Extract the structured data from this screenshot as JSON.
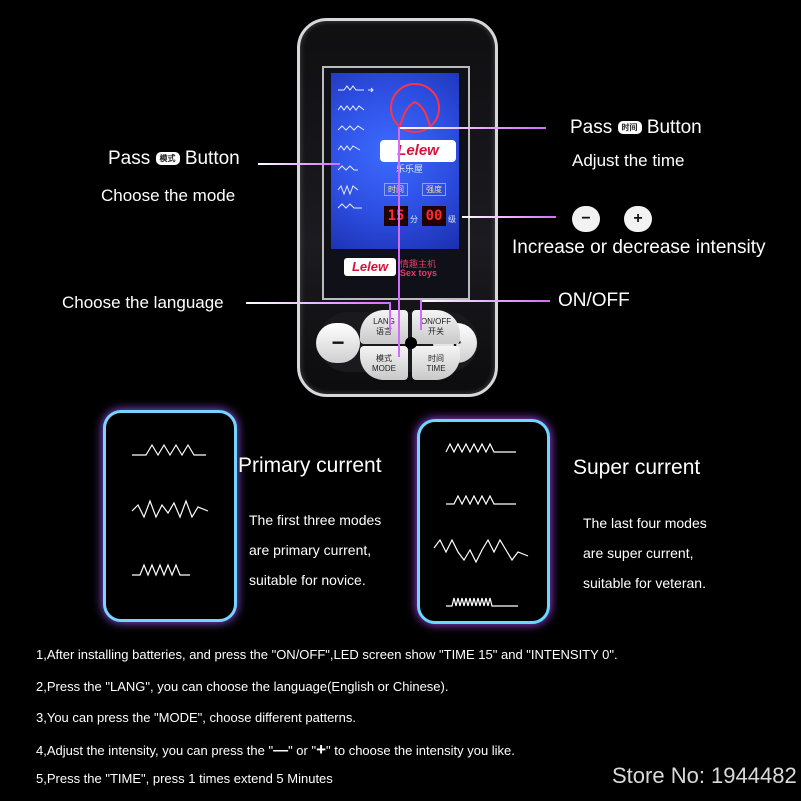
{
  "device": {
    "brand": "Lelew",
    "brand_cn": "乐乐屋",
    "model_cn": "情趣主机",
    "sub_label": "Sex toys",
    "lcd": {
      "time_label": "时间",
      "intensity_label": "强度",
      "time_value": "15",
      "time_unit": "分",
      "intensity_value": "00",
      "intensity_unit": "级"
    },
    "buttons": {
      "minus": "−",
      "plus": "+",
      "lang_en": "LANG",
      "lang_cn": "语言",
      "onoff_en": "ON/OFF",
      "onoff_cn": "开关",
      "mode_cn": "模式",
      "mode_en": "MODE",
      "time_cn": "时间",
      "time_en": "TIME"
    }
  },
  "callouts": {
    "pass_mode_pre": "Pass",
    "pass_mode_tag": "模式",
    "pass_mode_post": "Button",
    "choose_mode": "Choose the mode",
    "pass_time_pre": "Pass",
    "pass_time_tag": "时间",
    "pass_time_post": "Button",
    "adjust_time": "Adjust the time",
    "minus_icon": "−",
    "plus_icon": "+",
    "intensity": "Increase or decrease intensity",
    "language": "Choose the language",
    "onoff": "ON/OFF"
  },
  "primary": {
    "title": "Primary current",
    "desc": [
      "The first three modes",
      "are primary current,",
      "suitable for novice."
    ]
  },
  "super": {
    "title": "Super current",
    "desc": [
      "The last four modes",
      "are super current,",
      "suitable for veteran."
    ]
  },
  "notes": [
    "1,After installing batteries, and press the \"ON/OFF\",LED screen show \"TIME 15\" and \"INTENSITY 0\".",
    "2,Press the \"LANG\",  you can choose the language(English or Chinese).",
    "3,You can press the \"MODE\", choose different patterns.",
    "4,Adjust the intensity, you can press the \"",
    "\" or \"",
    "\" to choose the intensity you like.",
    "5,Press the \"TIME\", press 1 times extend 5 Minutes"
  ],
  "note4_minus": "—",
  "note4_plus": "+",
  "watermark": "Store No: 1944482",
  "colors": {
    "accent_purple": "#d36bff",
    "accent_cyan": "#6ad8ff",
    "lcd_blue": "#2c4de0",
    "led_red": "#ff2b2b"
  }
}
